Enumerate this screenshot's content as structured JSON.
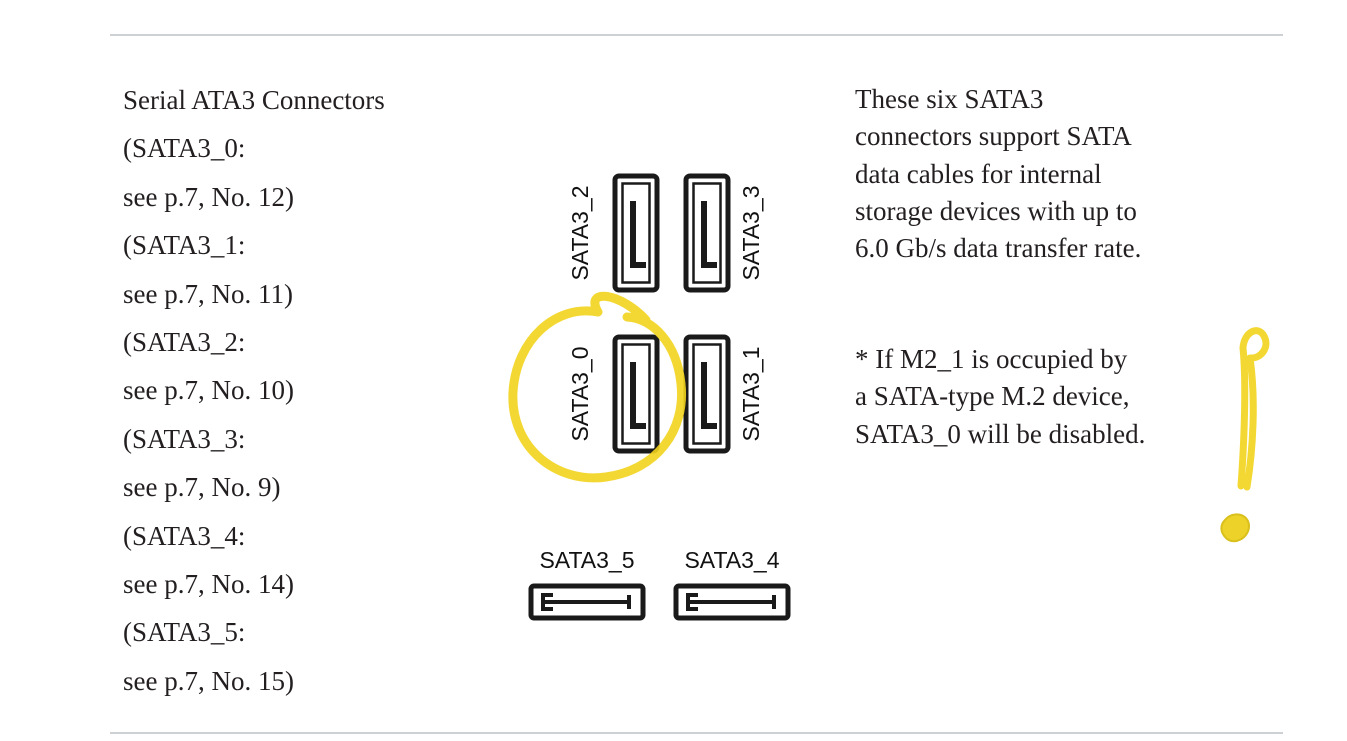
{
  "left_column": {
    "title": "Serial ATA3 Connectors",
    "lines": [
      "(SATA3_0:",
      "see p.7, No. 12)",
      "(SATA3_1:",
      "see p.7, No. 11)",
      "(SATA3_2:",
      "see p.7, No. 10)",
      "(SATA3_3:",
      "see p.7, No. 9)",
      "(SATA3_4:",
      "see p.7, No. 14)",
      "(SATA3_5:",
      "see p.7, No. 15)"
    ]
  },
  "diagram": {
    "vertical_labels": [
      "SATA3_2",
      "SATA3_3",
      "SATA3_0",
      "SATA3_1"
    ],
    "horizontal_labels": [
      "SATA3_5",
      "SATA3_4"
    ]
  },
  "right_column": {
    "paragraph1_lines": [
      "These six SATA3",
      "connectors support SATA",
      "data cables for internal",
      "storage devices with up to",
      "6.0 Gb/s data transfer rate."
    ],
    "paragraph2_lines": [
      "* If M2_1 is occupied by",
      "a SATA-type M.2 device,",
      "SATA3_0 will be disabled."
    ]
  },
  "colors": {
    "highlight_yellow": "#f2d41d",
    "text": "#231f20",
    "rule_gray": "#cdd1d3",
    "connector_black": "#1a1a1a"
  }
}
